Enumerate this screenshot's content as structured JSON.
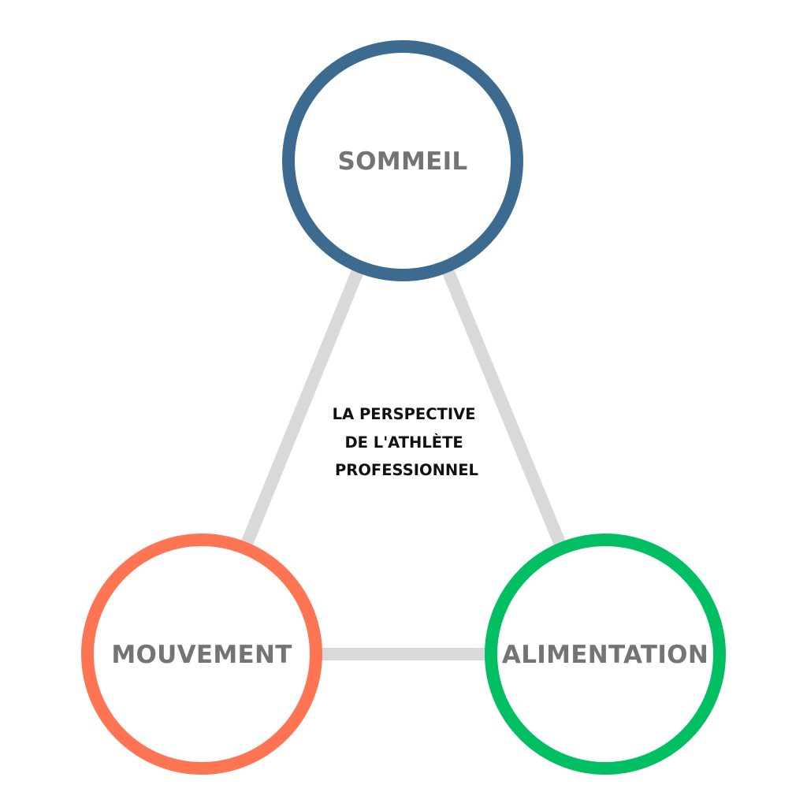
{
  "diagram": {
    "center_title": {
      "lines": [
        "LA PERSPECTIVE",
        "DE L'ATHLÈTE",
        "PROFESSIONNEL"
      ],
      "color": "#111111"
    },
    "nodes": [
      {
        "id": "sommeil",
        "label": "SOMMEIL",
        "ring_color": "#3d6a8f"
      },
      {
        "id": "mouvement",
        "label": "MOUVEMENT",
        "ring_color": "#ff7452"
      },
      {
        "id": "alimentation",
        "label": "ALIMENTATION",
        "ring_color": "#00bf63"
      }
    ],
    "connections": [
      {
        "from": "sommeil",
        "to": "mouvement"
      },
      {
        "from": "sommeil",
        "to": "alimentation"
      },
      {
        "from": "mouvement",
        "to": "alimentation"
      }
    ],
    "connector_color": "#d9d9d9",
    "label_color": "#747474"
  }
}
